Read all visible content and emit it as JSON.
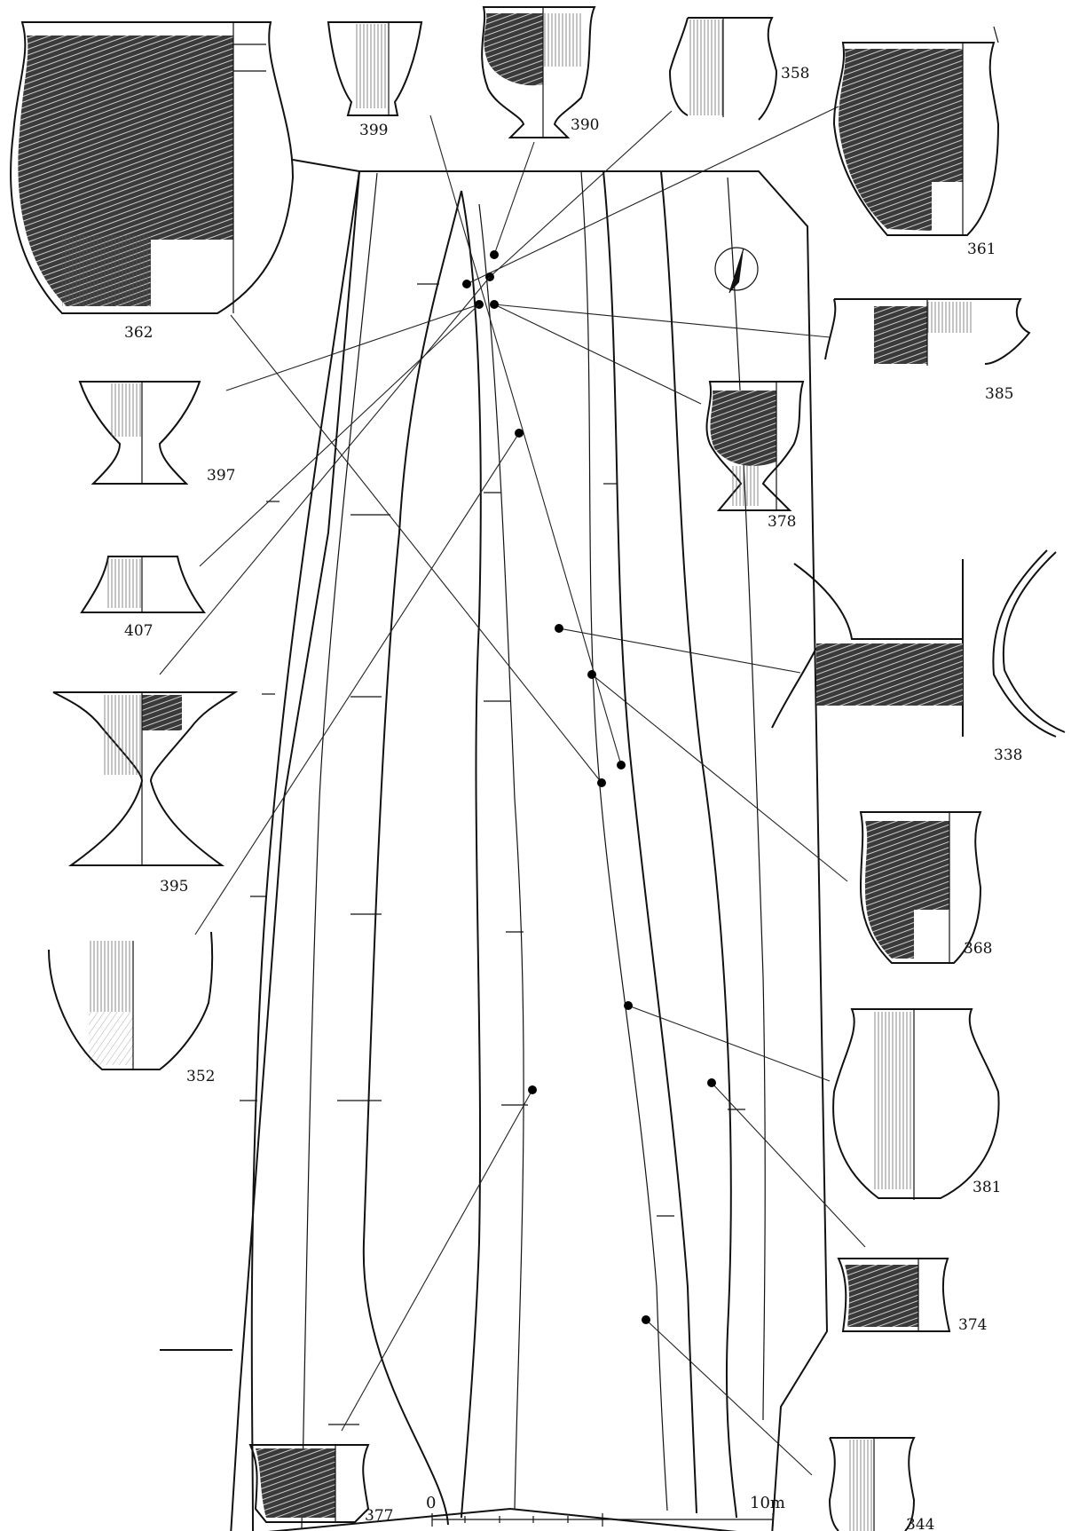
{
  "figure": {
    "scale": {
      "start_label": "0",
      "end_label": "10m"
    },
    "artifacts": [
      {
        "id": "362",
        "label": "362"
      },
      {
        "id": "399",
        "label": "399"
      },
      {
        "id": "390",
        "label": "390"
      },
      {
        "id": "358",
        "label": "358"
      },
      {
        "id": "361",
        "label": "361"
      },
      {
        "id": "385",
        "label": "385"
      },
      {
        "id": "397",
        "label": "397"
      },
      {
        "id": "378",
        "label": "378"
      },
      {
        "id": "407",
        "label": "407"
      },
      {
        "id": "338",
        "label": "338"
      },
      {
        "id": "395",
        "label": "395"
      },
      {
        "id": "368",
        "label": "368"
      },
      {
        "id": "352",
        "label": "352"
      },
      {
        "id": "381",
        "label": "381"
      },
      {
        "id": "374",
        "label": "374"
      },
      {
        "id": "377",
        "label": "377"
      },
      {
        "id": "344",
        "label": "344"
      }
    ],
    "icons": {
      "north_arrow": "north-arrow-icon"
    },
    "colors": {
      "ink": "#111111",
      "background": "#ffffff"
    }
  }
}
